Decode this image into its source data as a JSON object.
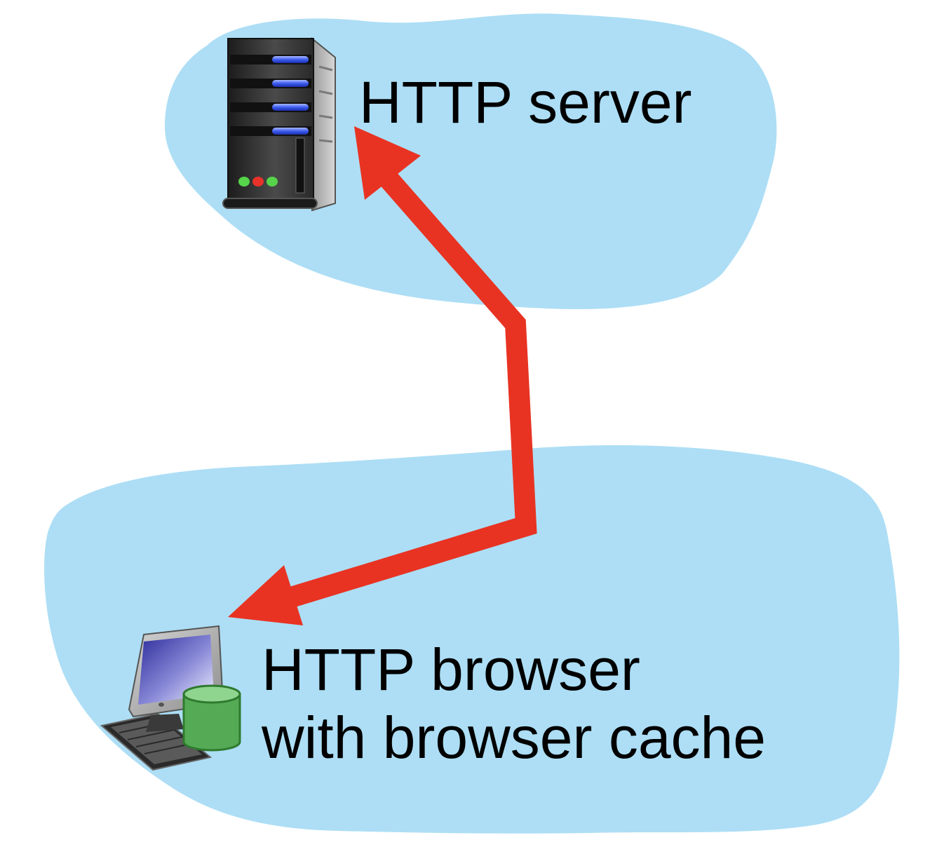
{
  "server_label": "HTTP server",
  "client_label_line1": "HTTP browser",
  "client_label_line2": "with browser cache",
  "colors": {
    "cloud": "#addef5",
    "arrow": "#e83323",
    "cache": "#55aa55",
    "cache_top": "#8fd48f",
    "server_body": "#2e2e2e",
    "drive_light": "#4a6cf0"
  },
  "icons": {
    "server": "server-tower-icon",
    "client": "desktop-computer-icon",
    "cache": "database-cylinder-icon"
  }
}
